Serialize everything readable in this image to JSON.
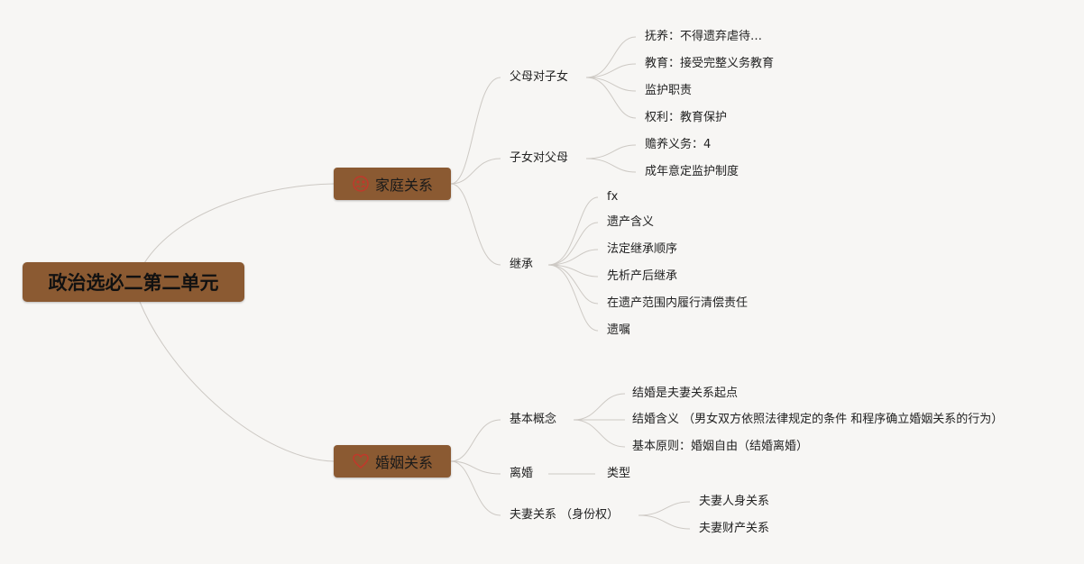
{
  "root": {
    "label": "政治选必二第二单元"
  },
  "topics": [
    {
      "label": "家庭关系",
      "icon": "family-icon",
      "color": "#c0392b",
      "children": [
        {
          "label": "父母对子女",
          "children": [
            {
              "label": "抚养：不得遗弃虐待…"
            },
            {
              "label": "教育：接受完整义务教育"
            },
            {
              "label": "监护职责"
            },
            {
              "label": "权利：教育保护"
            }
          ]
        },
        {
          "label": "子女对父母",
          "children": [
            {
              "label": "赡养义务：4"
            },
            {
              "label": "成年意定监护制度"
            }
          ]
        },
        {
          "label": "继承",
          "children": [
            {
              "label": "fx"
            },
            {
              "label": "遗产含义"
            },
            {
              "label": "法定继承顺序"
            },
            {
              "label": "先析产后继承"
            },
            {
              "label": "在遗产范围内履行清偿责任"
            },
            {
              "label": "遗嘱"
            }
          ]
        }
      ]
    },
    {
      "label": "婚姻关系",
      "icon": "heart-icon",
      "color": "#c0392b",
      "children": [
        {
          "label": "基本概念",
          "children": [
            {
              "label": "结婚是夫妻关系起点"
            },
            {
              "label": "结婚含义 （男女双方依照法律规定的条件 和程序确立婚姻关系的行为）"
            },
            {
              "label": "基本原则：婚姻自由（结婚离婚）"
            }
          ]
        },
        {
          "label": "离婚",
          "children": [
            {
              "label": "类型"
            }
          ]
        },
        {
          "label": "夫妻关系 （身份权）",
          "children": [
            {
              "label": "夫妻人身关系"
            },
            {
              "label": "夫妻财产关系"
            }
          ]
        }
      ]
    }
  ]
}
